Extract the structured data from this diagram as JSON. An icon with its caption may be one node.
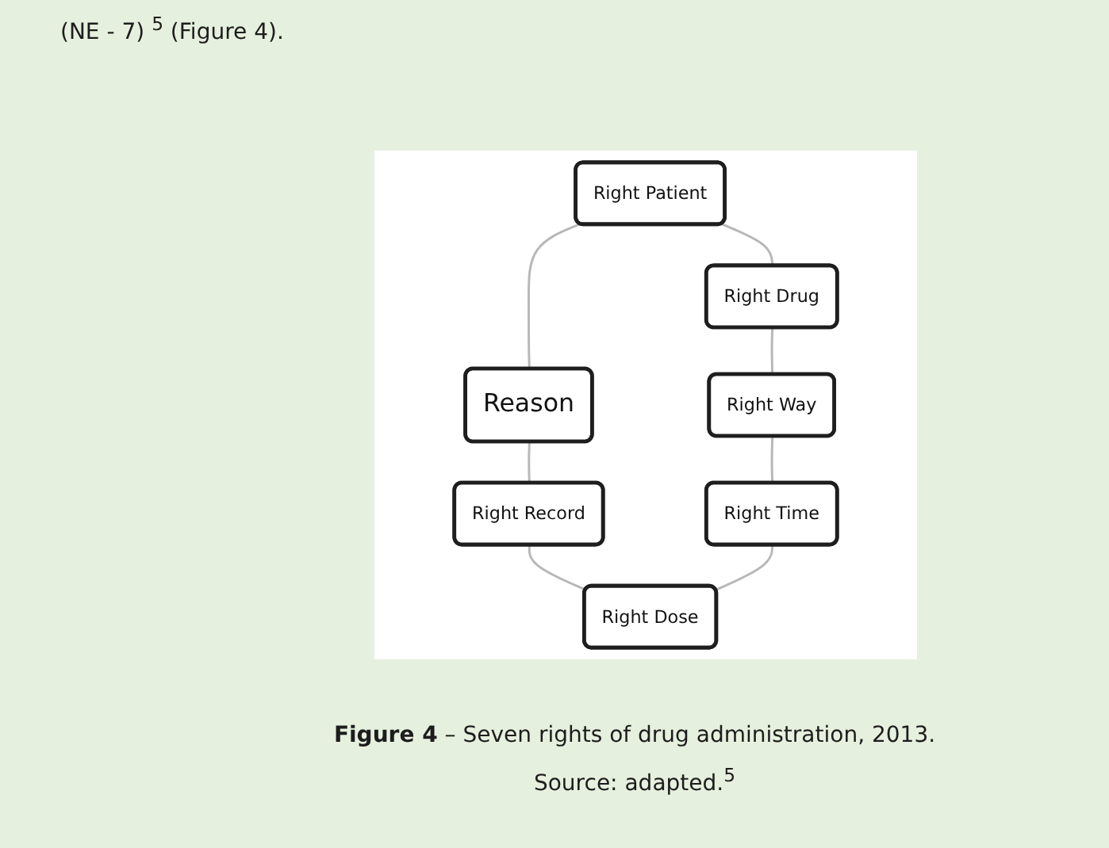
{
  "diagram": {
    "caption": "**Figure 4** – Seven rights of drug administration, 2013.",
    "nodes": [
      {
        "text": [
          "Right Patient"
        ]
      },
      {
        "text": [
          "Right Drug"
        ]
      },
      {
        "text": [
          "Right Way"
        ]
      },
      {
        "text": [
          "Right Time"
        ]
      },
      {
        "text": [
          "Right Dose"
        ]
      },
      {
        "text": [
          "Right Record"
        ]
      },
      {
        "text": [
          "Reason"
        ]
      }
    ],
    "edges": [
      {
        "from": 0,
        "to": 6,
        "arrow": "none"
      },
      {
        "from": 6,
        "to": 5,
        "arrow": "none"
      },
      {
        "from": 5,
        "to": 4,
        "arrow": "none"
      },
      {
        "from": 0,
        "to": 1,
        "arrow": "none"
      },
      {
        "from": 1,
        "to": 2,
        "arrow": "none"
      },
      {
        "from": 2,
        "to": 3,
        "arrow": "none"
      },
      {
        "from": 3,
        "to": 4,
        "arrow": "none"
      }
    ],
    "labels": [
      "(NE - 7) $^{5}$ (Figure 4).",
      "Source: adapted.$^{5}$"
    ]
  }
}
